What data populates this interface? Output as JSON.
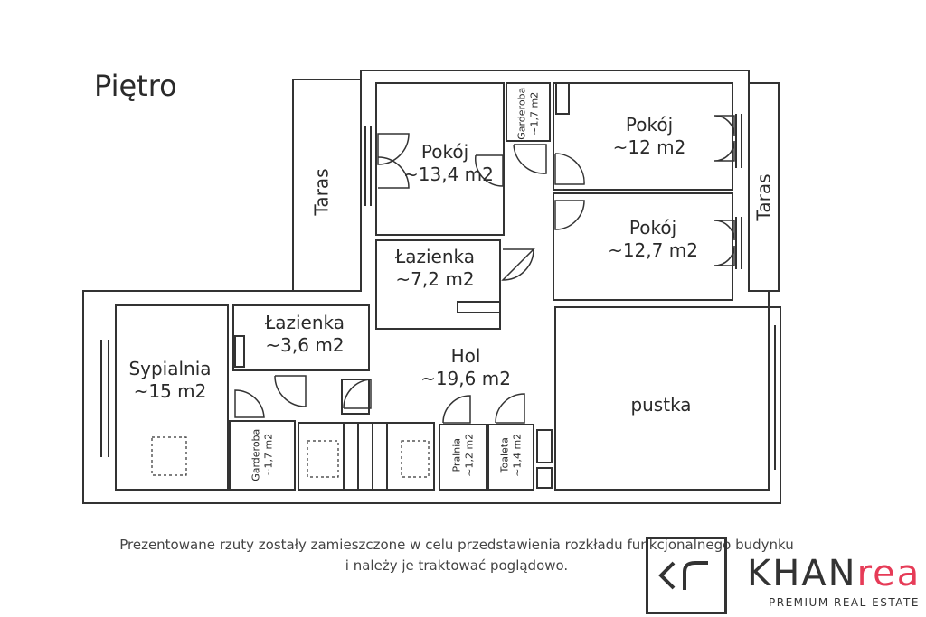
{
  "title": "Piętro",
  "rooms": {
    "pokoj_a": {
      "name": "Pokój",
      "area": "~13,4 m2"
    },
    "pokoj_b": {
      "name": "Pokój",
      "area": "~12 m2"
    },
    "pokoj_c": {
      "name": "Pokój",
      "area": "~12,7 m2"
    },
    "lazienka_a": {
      "name": "Łazienka",
      "area": "~7,2 m2"
    },
    "lazienka_b": {
      "name": "Łazienka",
      "area": "~3,6 m2"
    },
    "sypialnia": {
      "name": "Sypialnia",
      "area": "~15 m2"
    },
    "hol": {
      "name": "Hol",
      "area": "~19,6 m2"
    },
    "pustka": {
      "name": "pustka"
    },
    "garderoba_top": {
      "name": "Garderoba",
      "area": "~1,7 m2"
    },
    "garderoba_bottom": {
      "name": "Garderoba",
      "area": "~1,7 m2"
    },
    "pralnia": {
      "name": "Pralnia",
      "area": "~1,2 m2"
    },
    "toaleta": {
      "name": "Toaleta",
      "area": "~1,4 m2"
    },
    "taras_left": {
      "name": "Taras"
    },
    "taras_right": {
      "name": "Taras"
    }
  },
  "disclaimer": {
    "line1": "Prezentowane rzuty zostały zamieszczone w celu przedstawienia rozkładu funkcjonalnego budynku",
    "line2": "i należy je traktować poglądowo."
  },
  "logo": {
    "mark": "kr",
    "word_main": "KHAN",
    "word_accent": "rea",
    "tagline": "PREMIUM REAL ESTATE",
    "accent_color": "#e63b57"
  }
}
